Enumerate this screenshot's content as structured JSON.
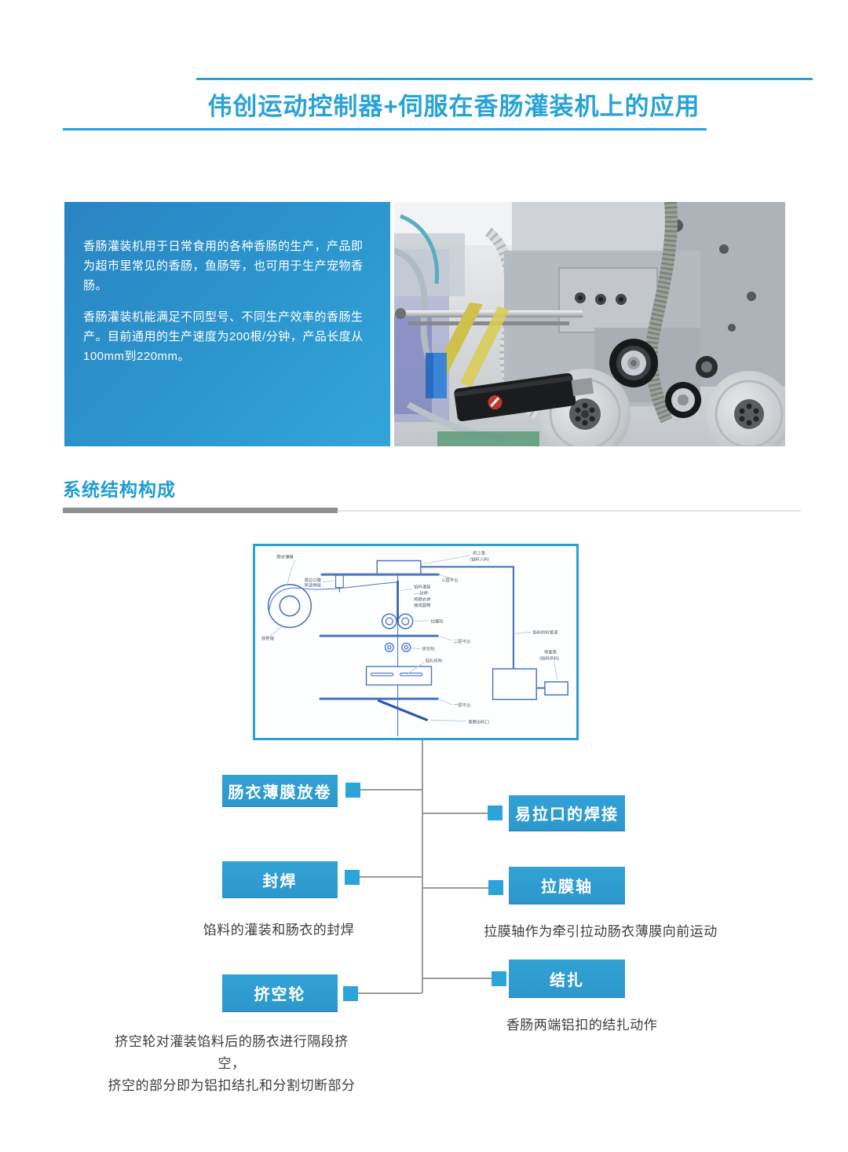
{
  "header": {
    "title": "伟创运动控制器+伺服在香肠灌装机上的应用"
  },
  "intro": {
    "p1": "香肠灌装机用于日常食用的各种香肠的生产，产品即为超市里常见的香肠，鱼肠等，也可用于生产宠物香肠。",
    "p2": "香肠灌装机能满足不同型号、不同生产效率的香肠生产。目前通用的生产速度为200根/分钟，产品长度从100mm到220mm。"
  },
  "section": {
    "title": "系统结构构成"
  },
  "diagram": {
    "labels": {
      "casing_film": "肠衣薄膜",
      "easy_pull_film": "易拉口膜",
      "ultrasonic_weld": "声波焊缝",
      "unwind_shaft": "放卷轴",
      "top_pump": "机上泵",
      "top_pump_sub": "(馅料入料)",
      "platform3": "三层平台",
      "filling": "馅料灌装",
      "seal_weld": "----封焊",
      "weld_casing": "将肠衣焊",
      "into_tube": "接成圆筒",
      "film_pull_wheel": "拉膜轮",
      "supply_pipe": "馅料供料管道",
      "platform2": "二层平台",
      "squeeze_wheel": "挤空轮",
      "tying_mech": "结扎机构",
      "ground_pump": "地面泵",
      "ground_pump_sub": "(馅料供料)",
      "platform1": "一层平台",
      "outlet": "香肠出料口"
    }
  },
  "flowchart": {
    "boxes": [
      {
        "label": "肠衣薄膜放卷"
      },
      {
        "label": "易拉口的焊接"
      },
      {
        "label": "封焊"
      },
      {
        "label": "拉膜轴"
      },
      {
        "label": "挤空轮"
      },
      {
        "label": "结扎"
      }
    ],
    "captions": {
      "sealing": "馅料的灌装和肠衣的封焊",
      "film_shaft": "拉膜轴作为牵引拉动肠衣薄膜向前运动",
      "tying": "香肠两端铝扣的结扎动作",
      "squeeze_line1": "挤空轮对灌装馅料后的肠衣进行隔段挤空，",
      "squeeze_line2": "挤空的部分即为铝扣结扎和分割切断部分"
    }
  },
  "colors": {
    "accent_blue": "#2aa2d8",
    "panel_gradient_start": "#2a84c2",
    "panel_gradient_end": "#31a5da",
    "flow_box_blue": "#2f9fd3",
    "connector_gray": "#9b9b9b",
    "diagram_line_blue": "#4a74c4"
  }
}
